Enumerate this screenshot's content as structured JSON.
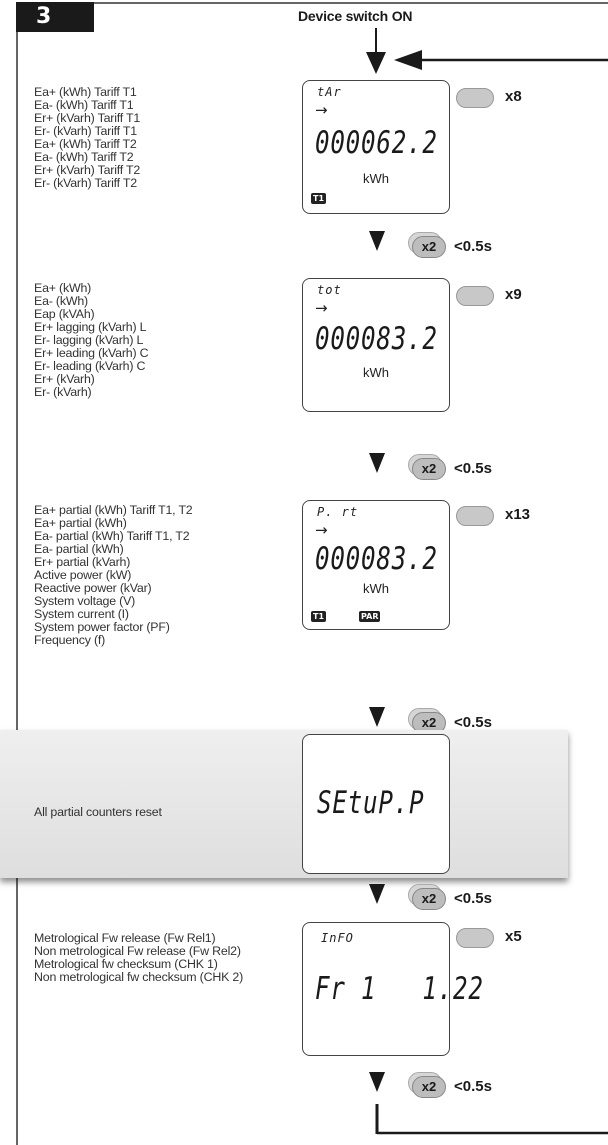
{
  "step_number": "3",
  "title": "Device switch ON",
  "sections": [
    {
      "items": [
        "Ea+ (kWh) Tariff T1",
        "Ea- (kWh) Tariff T1",
        "Er+ (kVarh) Tariff T1",
        "Er- (kVarh) Tariff T1",
        "Ea+ (kWh) Tariff T2",
        "Ea- (kWh) Tariff T2",
        "Er+ (kVarh) Tariff T2",
        "Er- (kVarh) Tariff T2"
      ],
      "display": {
        "code": "tAr",
        "digits": "000062.2",
        "unit": "kWh",
        "tags": [
          "T1"
        ]
      },
      "press": "x8"
    },
    {
      "items": [
        "Ea+ (kWh)",
        "Ea- (kWh)",
        "Eap (kVAh)",
        "Er+ lagging (kVarh) L",
        "Er- lagging (kVarh) L",
        "Er+ leading (kVarh) C",
        "Er- leading (kVarh) C",
        "Er+ (kVarh)",
        "Er- (kVarh)"
      ],
      "display": {
        "code": "tot",
        "digits": "000083.2",
        "unit": "kWh",
        "tags": []
      },
      "press": "x9"
    },
    {
      "items": [
        "Ea+ partial (kWh) Tariff T1, T2",
        "Ea+ partial (kWh)",
        "Ea- partial (kWh) Tariff T1, T2",
        "Ea- partial (kWh)",
        "Er+ partial (kVarh)",
        "Active power (kW)",
        "Reactive power (kVar)",
        "System voltage (V)",
        "System current (I)",
        "System power factor (PF)",
        "Frequency (f)"
      ],
      "display": {
        "code": "P. rt",
        "digits": "000083.2",
        "unit": "kWh",
        "tags": [
          "T1",
          "PAR"
        ]
      },
      "press": "x13"
    },
    {
      "items": [
        "All partial counters reset"
      ],
      "display": {
        "digits": "SEtuP.P"
      }
    },
    {
      "items": [
        "Metrological Fw release (Fw Rel1)",
        "Non metrological Fw release (Fw Rel2)",
        "Metrological fw checksum (CHK 1)",
        "Non metrological fw checksum (CHK 2)"
      ],
      "display": {
        "code": "InFO",
        "digits": "Fr 1   1.22"
      },
      "press": "x5"
    }
  ],
  "transition": {
    "press": "x2",
    "time": "<0.5s"
  }
}
